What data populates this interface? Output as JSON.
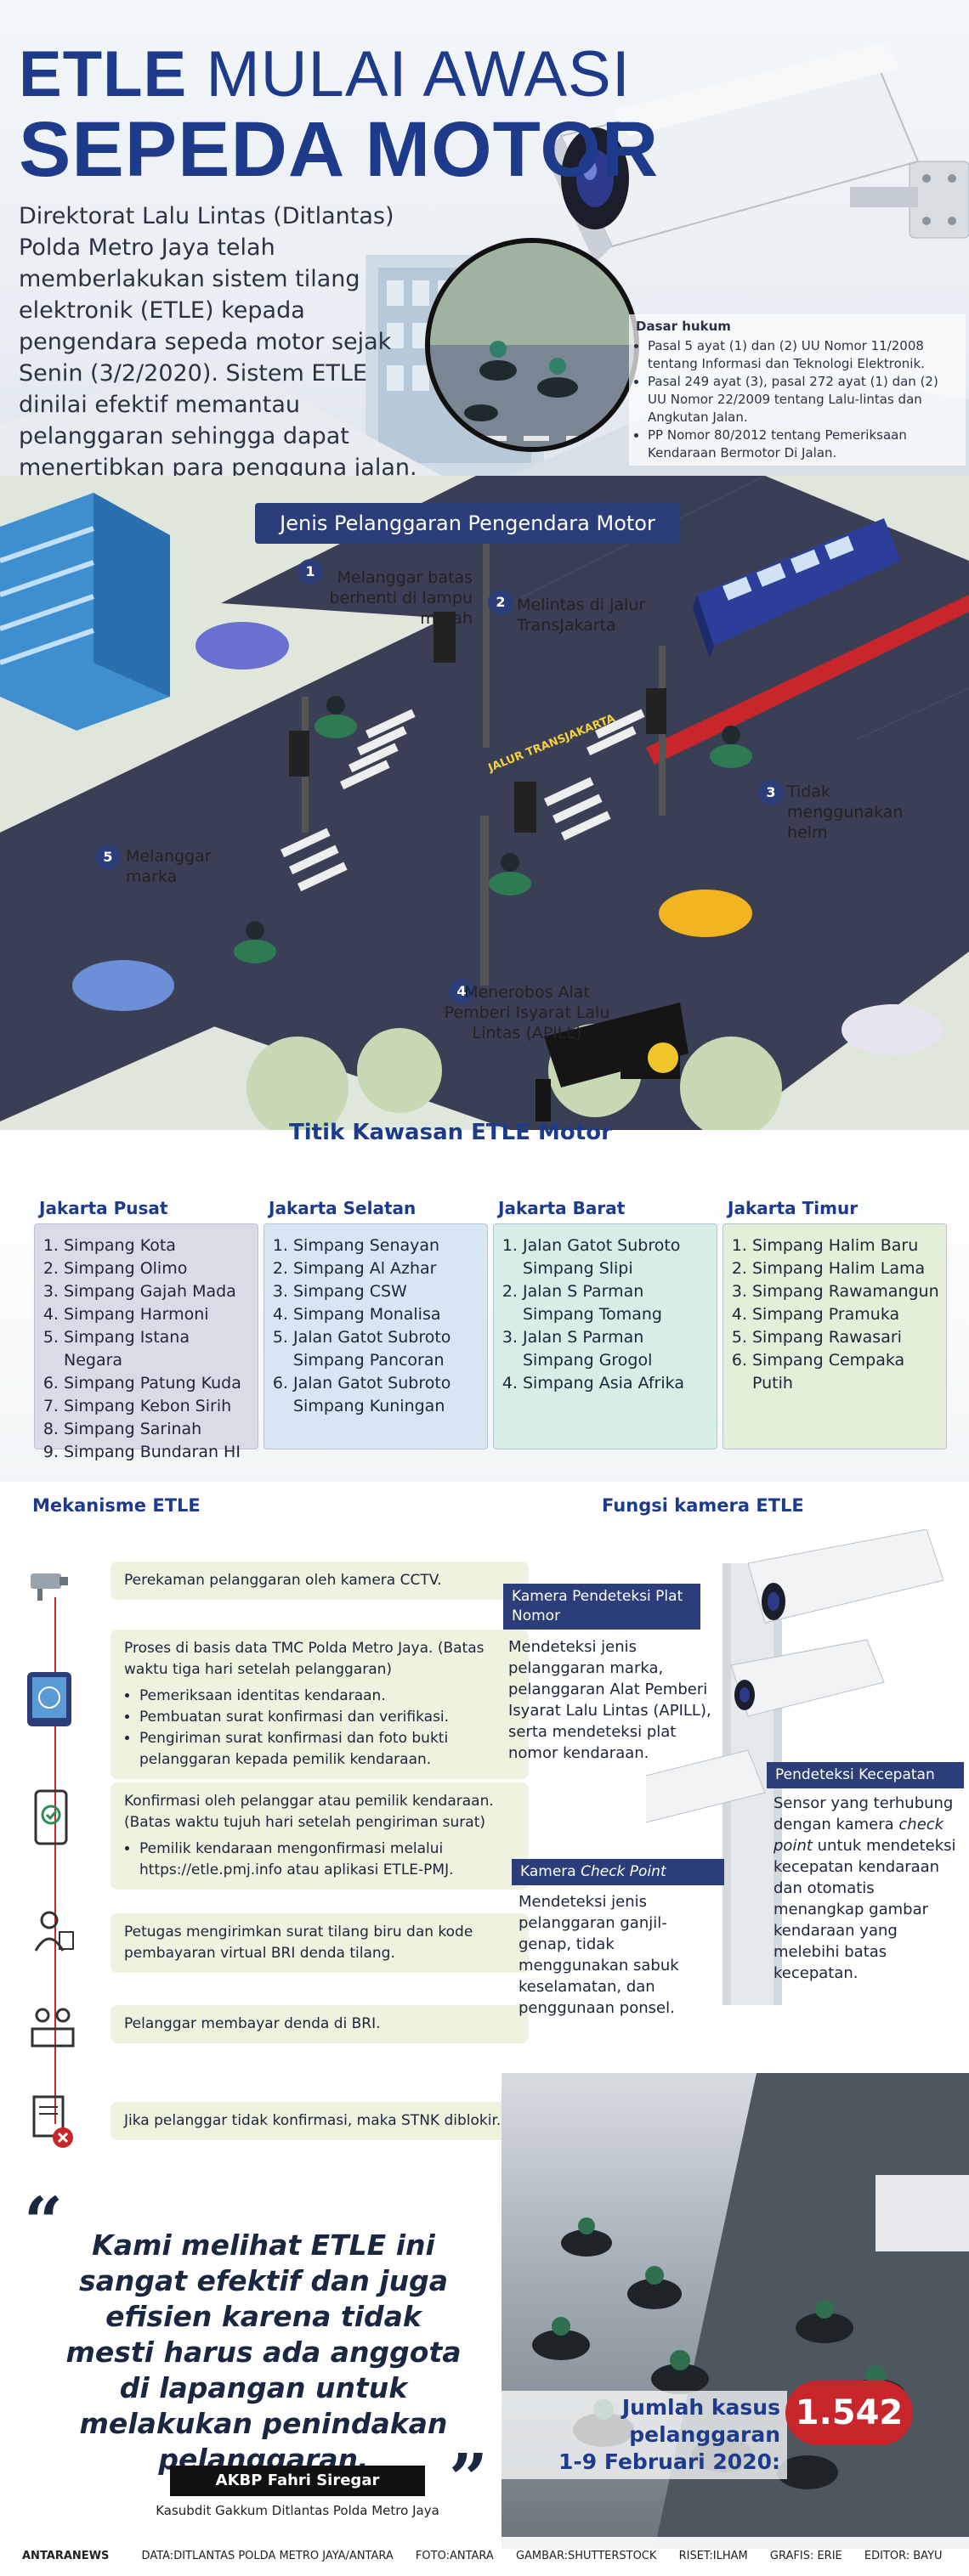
{
  "header": {
    "title_line1_bold": "ETLE",
    "title_line1_rest": "MULAI AWASI",
    "title_line2": "SEPEDA MOTOR",
    "intro": "Direktorat Lalu Lintas (Ditlantas) Polda Metro Jaya telah memberlakukan sistem tilang elektronik (ETLE) kepada pengendara sepeda motor sejak Senin (3/2/2020). Sistem ETLE dinilai efektif memantau pelanggaran sehingga dapat menertibkan para pengguna jalan."
  },
  "dasar_hukum": {
    "title": "Dasar hukum",
    "items": [
      "Pasal 5 ayat (1) dan (2) UU Nomor 11/2008 tentang Informasi dan Teknologi Elektronik.",
      "Pasal 249 ayat (3), pasal 272 ayat (1) dan (2) UU Nomor 22/2009 tentang Lalu-lintas dan Angkutan Jalan.",
      "PP Nomor 80/2012 tentang Pemeriksaan Kendaraan Bermotor Di Jalan."
    ]
  },
  "jenis": {
    "title": "Jenis Pelanggaran Pengendara Motor",
    "jalur_label": "JALUR TRANSJAKARTA",
    "items": [
      {
        "num": "1",
        "label": "Melanggar batas berhenti di lampu merah"
      },
      {
        "num": "2",
        "label": "Melintas di jalur TransJakarta"
      },
      {
        "num": "3",
        "label": "Tidak menggunakan helm"
      },
      {
        "num": "4",
        "label": "Menerobos Alat Pemberi Isyarat Lalu Lintas (APILL)"
      },
      {
        "num": "5",
        "label": "Melanggar marka"
      }
    ]
  },
  "titik": {
    "title": "Titik Kawasan ETLE Motor",
    "zones": [
      {
        "name": "Jakarta Pusat",
        "items": [
          "Simpang Kota",
          "Simpang Olimo",
          "Simpang Gajah Mada",
          "Simpang Harmoni",
          "Simpang Istana Negara",
          "Simpang Patung Kuda",
          "Simpang Kebon Sirih",
          "Simpang Sarinah",
          "Simpang Bundaran HI"
        ],
        "color": "#d9dce6"
      },
      {
        "name": "Jakarta Selatan",
        "items": [
          "Simpang Senayan",
          "Simpang Al Azhar",
          "Simpang CSW",
          "Simpang Monalisa",
          "Jalan Gatot Subroto Simpang Pancoran",
          "Jalan Gatot Subroto Simpang Kuningan"
        ],
        "color": "#d7e6f2"
      },
      {
        "name": "Jakarta Barat",
        "items": [
          "Jalan Gatot Subroto Simpang Slipi",
          "Jalan S Parman Simpang Tomang",
          "Jalan S Parman Simpang Grogol",
          "Simpang Asia Afrika"
        ],
        "color": "#d6eee6"
      },
      {
        "name": "Jakarta Timur",
        "items": [
          "Simpang Halim Baru",
          "Simpang Halim Lama",
          "Simpang Rawamangun",
          "Simpang Pramuka",
          "Simpang Rawasari",
          "Simpang Cempaka Putih"
        ],
        "color": "#e4efd9"
      }
    ]
  },
  "mekanisme": {
    "title": "Mekanisme ETLE",
    "step1": "Perekaman pelanggaran oleh kamera CCTV.",
    "step2_main": "Proses di basis data TMC Polda Metro Jaya. (Batas waktu tiga hari setelah pelanggaran)",
    "step2_bullets": [
      "Pemeriksaan identitas kendaraan.",
      "Pembuatan surat konfirmasi dan verifikasi.",
      "Pengiriman surat konfirmasi dan foto bukti pelanggaran kepada pemilik kendaraan."
    ],
    "step3_main": "Konfirmasi oleh pelanggar atau pemilik kendaraan. (Batas waktu tujuh hari setelah pengiriman surat)",
    "step3_bullets": [
      "Pemilik kendaraan mengonfirmasi melalui https://etle.pmj.info atau aplikasi ETLE-PMJ."
    ],
    "step4": "Petugas mengirimkan surat tilang biru dan kode pembayaran virtual BRI denda tilang.",
    "step5": "Pelanggar membayar denda di BRI.",
    "step6": "Jika pelanggar tidak konfirmasi, maka STNK diblokir."
  },
  "fungsi": {
    "title": "Fungsi kamera ETLE",
    "f1_title": "Kamera Pendeteksi Plat Nomor",
    "f1_text": "Mendeteksi jenis pelanggaran marka, pelanggaran Alat Pemberi Isyarat Lalu Lintas (APILL), serta mendeteksi plat nomor kendaraan.",
    "f2_title": "Pendeteksi Kecepatan",
    "f2_text_a": "Sensor yang terhubung dengan kamera ",
    "f2_text_em": "check point",
    "f2_text_b": " untuk mendeteksi kecepatan kendaraan dan otomatis menangkap gambar kendaraan yang melebihi batas kecepatan.",
    "f3_title_a": "Kamera ",
    "f3_title_em": "Check Point",
    "f3_text": "Mendeteksi jenis pelanggaran ganjil-genap, tidak menggunakan sabuk keselamatan, dan penggunaan ponsel."
  },
  "quote": {
    "text": "Kami melihat ETLE ini sangat efektif dan juga efisien karena tidak mesti harus ada anggota di lapangan untuk melakukan penindakan pelanggaran,",
    "speaker": "AKBP Fahri Siregar",
    "role": "Kasubdit Gakkum Ditlantas Polda Metro Jaya"
  },
  "jumlah": {
    "label_line1": "Jumlah kasus pelanggaran",
    "label_line2": "1-9 Februari 2020:",
    "value": "1.542"
  },
  "footer": {
    "brand": "ANTARANEWS",
    "data": "DATA:DITLANTAS POLDA METRO JAYA/ANTARA",
    "foto": "FOTO:ANTARA",
    "gambar": "GAMBAR:SHUTTERSTOCK",
    "riset": "RISET:ILHAM",
    "grafis": "GRAFIS: ERIE",
    "editor": "EDITOR: BAYU"
  },
  "colors": {
    "navy": "#1e3a8a",
    "bar": "#2c3e7a",
    "red": "#c8262a"
  }
}
